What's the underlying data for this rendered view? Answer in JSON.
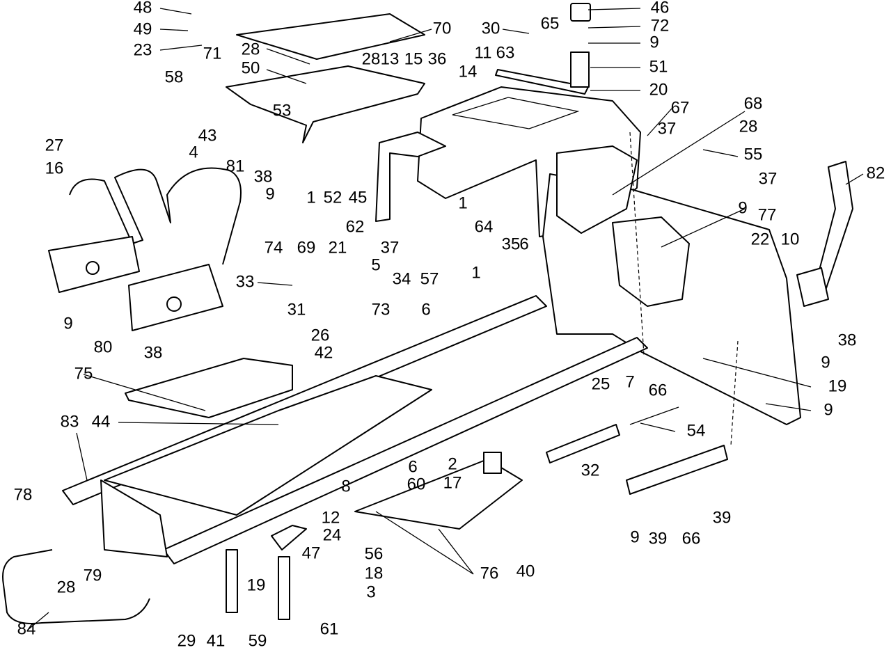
{
  "diagram": {
    "type": "exploded-parts-diagram",
    "labels": [
      "48",
      "49",
      "23",
      "58",
      "70",
      "71",
      "28",
      "50",
      "28",
      "13",
      "15",
      "36",
      "30",
      "65",
      "11",
      "63",
      "46",
      "72",
      "9",
      "51",
      "20",
      "14",
      "67",
      "68",
      "37",
      "28",
      "55",
      "82",
      "37",
      "9",
      "77",
      "22",
      "10",
      "53",
      "43",
      "4",
      "81",
      "38",
      "9",
      "1",
      "52",
      "45",
      "27",
      "16",
      "62",
      "1",
      "64",
      "35",
      "6",
      "37",
      "34",
      "57",
      "1",
      "74",
      "69",
      "21",
      "5",
      "33",
      "31",
      "73",
      "26",
      "42",
      "6",
      "9",
      "80",
      "38",
      "38",
      "9",
      "19",
      "9",
      "75",
      "83",
      "44",
      "25",
      "7",
      "66",
      "54",
      "32",
      "2",
      "17",
      "60",
      "8",
      "6",
      "12",
      "24",
      "47",
      "56",
      "18",
      "3",
      "78",
      "28",
      "79",
      "84",
      "29",
      "41",
      "59",
      "19",
      "61",
      "76",
      "40",
      "9",
      "39",
      "66",
      "39"
    ]
  }
}
